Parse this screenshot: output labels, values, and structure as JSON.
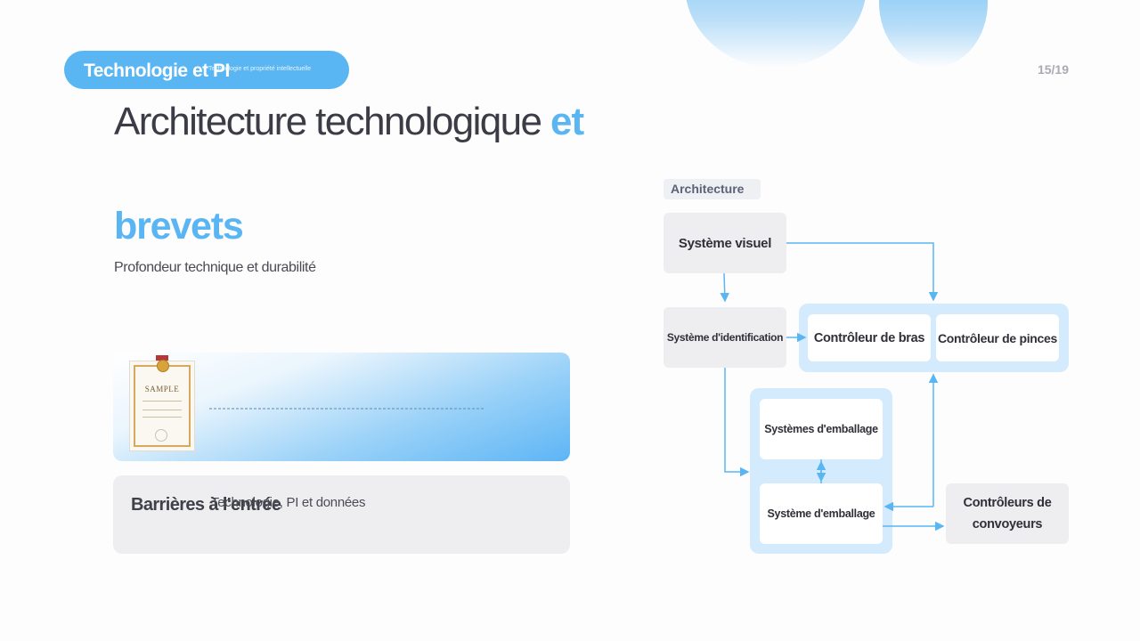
{
  "header": {
    "section_label": "Technologie et PI",
    "section_sublabel": "Technologie et propriété intellectuelle",
    "page_number": "15/19"
  },
  "title": {
    "line1_regular": "Architecture technologique",
    "line1_accent": "et",
    "line2": "brevets",
    "subtitle": "Profondeur technique et durabilité"
  },
  "cards": {
    "certificate_text": "SAMPLE",
    "barrier_title": "Barrières à l'entrée",
    "barrier_sub": "Technologie, PI et données"
  },
  "diagram": {
    "tag": "Architecture",
    "nodes": {
      "vision": "Système visuel",
      "identification": "Système d'identification",
      "arm": "Contrôleur de bras",
      "gripper": "Contrôleur de pinces",
      "packaging_systems": "Systèmes d'emballage",
      "packaging_system": "Système d'emballage",
      "conveyor": "Contrôleurs de convoyeurs"
    }
  },
  "colors": {
    "accent": "#5ab6f2",
    "arrow": "#5ab6f2",
    "group_fill": "#d3ebfc",
    "card_grey": "#eeeef1"
  }
}
